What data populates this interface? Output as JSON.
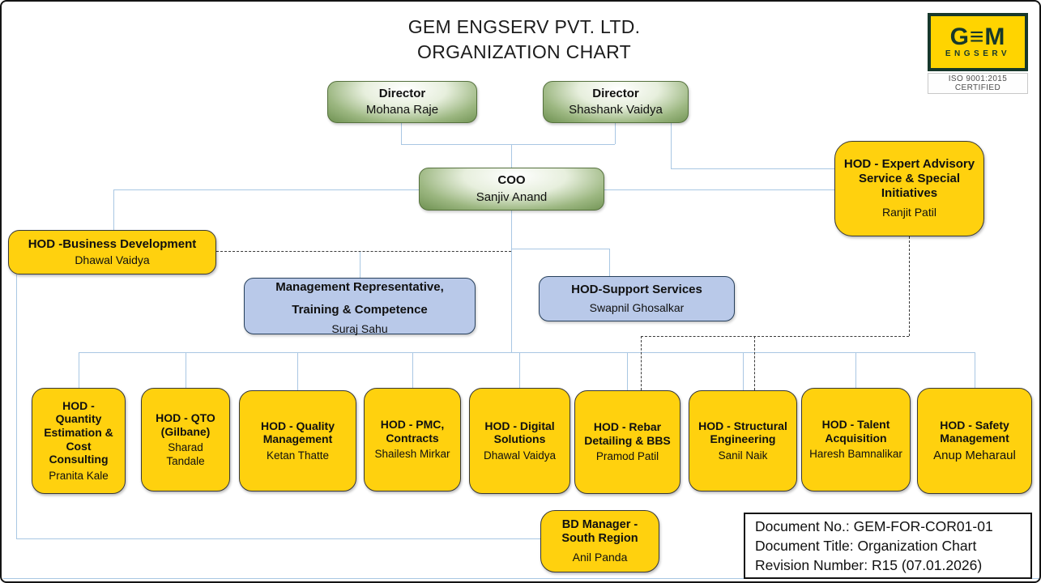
{
  "header": {
    "company": "GEM ENGSERV PVT. LTD.",
    "chart_title": "ORGANIZATION CHART"
  },
  "logo": {
    "letters": {
      "g": "G",
      "e": "≡",
      "m": "M"
    },
    "sub": "ENGSERV",
    "certification": "ISO 9001:2015 CERTIFIED"
  },
  "nodes": {
    "director1": {
      "title": "Director",
      "name": "Mohana Raje"
    },
    "director2": {
      "title": "Director",
      "name": "Shashank Vaidya"
    },
    "coo": {
      "title": "COO",
      "name": "Sanjiv Anand"
    },
    "expert_advisory": {
      "title": "HOD - Expert Advisory Service & Special Initiatives",
      "name": "Ranjit Patil"
    },
    "business_development": {
      "title": "HOD -Business Development",
      "name": "Dhawal Vaidya"
    },
    "management_representative": {
      "title": "Management Representative, Training & Competence",
      "name": "Suraj Sahu"
    },
    "support_services": {
      "title": "HOD-Support Services",
      "name": "Swapnil Ghosalkar"
    },
    "quantity_estimation": {
      "title": "HOD - Quantity Estimation & Cost Consulting",
      "name": "Pranita Kale"
    },
    "qto": {
      "title": "HOD - QTO (Gilbane)",
      "name": "Sharad Tandale"
    },
    "quality_management": {
      "title": "HOD - Quality Management",
      "name": "Ketan Thatte"
    },
    "pmc_contracts": {
      "title": "HOD - PMC, Contracts",
      "name": "Shailesh Mirkar"
    },
    "digital_solutions": {
      "title": "HOD - Digital Solutions",
      "name": "Dhawal Vaidya"
    },
    "rebar_detailing": {
      "title": "HOD - Rebar Detailing & BBS",
      "name": "Pramod Patil"
    },
    "structural_engineering": {
      "title": "HOD - Structural Engineering",
      "name": "Sanil Naik"
    },
    "talent_acquisition": {
      "title": "HOD - Talent Acquisition",
      "name": "Haresh Bamnalikar"
    },
    "safety_management": {
      "title": "HOD - Safety Management",
      "name": "Anup Meharaul"
    },
    "bd_manager": {
      "title": "BD Manager - South Region",
      "name": "Anil Panda"
    }
  },
  "document_info": {
    "line1": "Document No.: GEM-FOR-COR01-01",
    "line2": "Document Title: Organization Chart",
    "line3": "Revision Number:  R15 (07.01.2026)"
  },
  "colors": {
    "node_yellow": "#ffd10e",
    "node_green": "#6e9151",
    "node_blue": "#b9c9e9",
    "connector_blue": "#a9c7e3",
    "logo_yellow": "#ffd400",
    "logo_green": "#17382b"
  }
}
